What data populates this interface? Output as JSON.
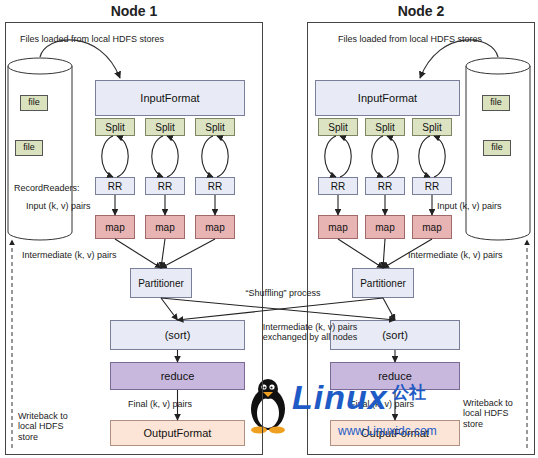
{
  "diagram": {
    "nodes": [
      {
        "text": [
          "Node 1"
        ]
      },
      {
        "text": [
          "file"
        ],
        "in": 0
      },
      {
        "text": [
          "file"
        ],
        "in": 0
      },
      {
        "text": [
          "InputFormat"
        ],
        "in": 0
      },
      {
        "text": [
          "Split"
        ],
        "in": 0
      },
      {
        "text": [
          "Split"
        ],
        "in": 0
      },
      {
        "text": [
          "Split"
        ],
        "in": 0
      },
      {
        "text": [
          "RR"
        ],
        "in": 0
      },
      {
        "text": [
          "RR"
        ],
        "in": 0
      },
      {
        "text": [
          "RR"
        ],
        "in": 0
      },
      {
        "text": [
          "map"
        ],
        "in": 0
      },
      {
        "text": [
          "map"
        ],
        "in": 0
      },
      {
        "text": [
          "map"
        ],
        "in": 0
      },
      {
        "text": [
          "Partitioner"
        ],
        "in": 0
      },
      {
        "text": [
          "(sort)"
        ],
        "in": 0
      },
      {
        "text": [
          "reduce"
        ],
        "in": 0
      },
      {
        "text": [
          "OutputFormat"
        ],
        "in": 0
      },
      {
        "text": [
          "Node 2"
        ]
      },
      {
        "text": [
          "InputFormat"
        ],
        "in": 17
      },
      {
        "text": [
          "file"
        ],
        "in": 17
      },
      {
        "text": [
          "file"
        ],
        "in": 17
      },
      {
        "text": [
          "Split"
        ],
        "in": 17
      },
      {
        "text": [
          "Split"
        ],
        "in": 17
      },
      {
        "text": [
          "Split"
        ],
        "in": 17
      },
      {
        "text": [
          "RR"
        ],
        "in": 17
      },
      {
        "text": [
          "RR"
        ],
        "in": 17
      },
      {
        "text": [
          "RR"
        ],
        "in": 17
      },
      {
        "text": [
          "map"
        ],
        "in": 17
      },
      {
        "text": [
          "map"
        ],
        "in": 17
      },
      {
        "text": [
          "map"
        ],
        "in": 17
      },
      {
        "text": [
          "Partitioner"
        ],
        "in": 17
      },
      {
        "text": [
          "(sort)"
        ],
        "in": 17
      },
      {
        "text": [
          "reduce"
        ],
        "in": 17
      },
      {
        "text": [
          "OutputFormat"
        ],
        "in": 17
      }
    ],
    "edges": [
      {
        "from": 4,
        "to": 7,
        "arrow": "both"
      },
      {
        "from": 5,
        "to": 8,
        "arrow": "both"
      },
      {
        "from": 6,
        "to": 9,
        "arrow": "both"
      },
      {
        "from": 7,
        "to": 10,
        "arrow": "to"
      },
      {
        "from": 8,
        "to": 11,
        "arrow": "to"
      },
      {
        "from": 9,
        "to": 12,
        "arrow": "to"
      },
      {
        "from": 10,
        "to": 13,
        "arrow": "to"
      },
      {
        "from": 11,
        "to": 13,
        "arrow": "to"
      },
      {
        "from": 12,
        "to": 13,
        "arrow": "to"
      },
      {
        "from": 13,
        "to": 14,
        "arrow": "to"
      },
      {
        "from": 13,
        "to": 31,
        "arrow": "to"
      },
      {
        "from": 14,
        "to": 15,
        "arrow": "to"
      },
      {
        "from": 15,
        "to": 16,
        "arrow": "to"
      },
      {
        "from": 21,
        "to": 24,
        "arrow": "both"
      },
      {
        "from": 22,
        "to": 25,
        "arrow": "both"
      },
      {
        "from": 23,
        "to": 26,
        "arrow": "both"
      },
      {
        "from": 24,
        "to": 27,
        "arrow": "to"
      },
      {
        "from": 25,
        "to": 28,
        "arrow": "to"
      },
      {
        "from": 26,
        "to": 29,
        "arrow": "to"
      },
      {
        "from": 27,
        "to": 30,
        "arrow": "to"
      },
      {
        "from": 28,
        "to": 30,
        "arrow": "to"
      },
      {
        "from": 29,
        "to": 30,
        "arrow": "to"
      },
      {
        "from": 30,
        "to": 31,
        "arrow": "to"
      },
      {
        "from": 30,
        "to": 14,
        "arrow": "to"
      },
      {
        "from": 31,
        "to": 32,
        "arrow": "to"
      },
      {
        "from": 32,
        "to": 33,
        "arrow": "to"
      }
    ],
    "labels": [
      "Files loaded from local HDFS stores",
      "Files loaded from local HDFS stores",
      "RecordReaders:",
      "Input (k, v) pairs",
      "Input (k, v) pairs",
      "Intermediate (k, v) pairs",
      "Intermediate (k, v) pairs",
      "“Shuffling” process",
      "Intermediate (k, v) pairs exchanged by all nodes",
      "Final (k, v) pairs",
      "Final (k, v) pairs",
      "Writeback to local HDFS store",
      "Writeback to local HDFS store",
      "Linux",
      "公社",
      "www.Linuxidc.com"
    ]
  }
}
